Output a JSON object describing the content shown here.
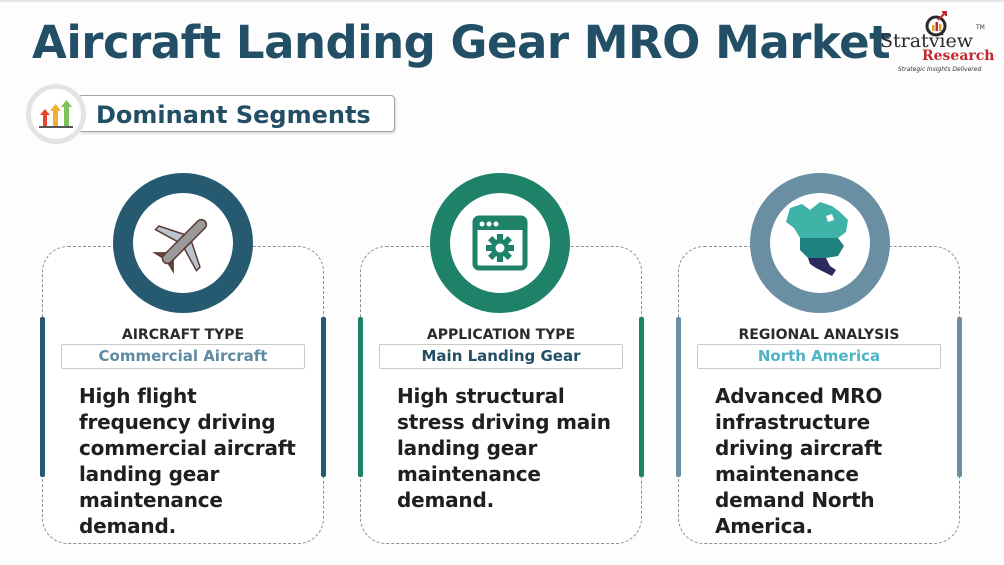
{
  "header": {
    "title": "Aircraft Landing Gear MRO Market",
    "logo": {
      "name": "Stratview",
      "sub": "Research",
      "tagline": "Strategic Insights Delivered",
      "tm": "TM"
    }
  },
  "section": {
    "label": "Dominant Segments",
    "icon": "rising-arrows-icon"
  },
  "colors": {
    "title": "#224f66",
    "card1": "#255a70",
    "card2": "#1e8268",
    "card3": "#6a8fa2",
    "logo_red": "#c2282e"
  },
  "cards": [
    {
      "icon": "airplane-icon",
      "heading": "AIRCRAFT TYPE",
      "value": "Commercial Aircraft",
      "value_color": "#5e8aa3",
      "description": "High flight frequency driving commercial aircraft landing gear maintenance demand."
    },
    {
      "icon": "settings-window-icon",
      "heading": "APPLICATION TYPE",
      "value": "Main Landing Gear",
      "value_color": "#224f66",
      "description": "High structural stress driving main landing gear maintenance demand."
    },
    {
      "icon": "north-america-map-icon",
      "heading": "REGIONAL ANALYSIS",
      "value": "North America",
      "value_color": "#4fb3c6",
      "description": "Advanced MRO infrastructure driving aircraft maintenance demand North America."
    }
  ]
}
